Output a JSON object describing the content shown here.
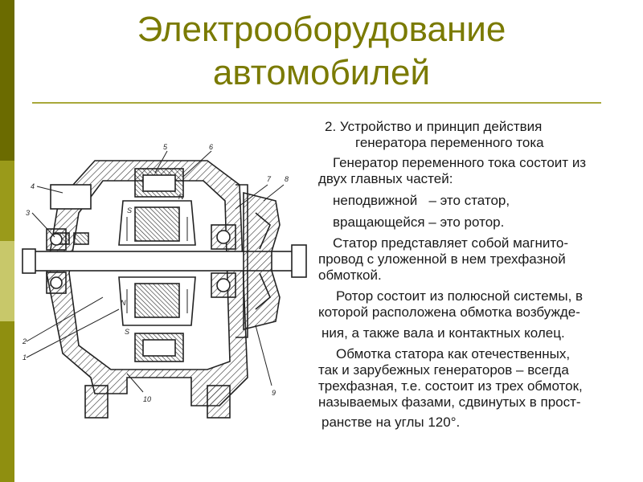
{
  "slide": {
    "title_line1": "Электрооборудование",
    "title_line2": "автомобилей",
    "sidebar_colors": [
      "#6b6b00",
      "#9a9a1a",
      "#c8c86a",
      "#8f8f10"
    ]
  },
  "content": {
    "heading_line1": "2. Устройство и принцип действия",
    "heading_line2": "генератора переменного тока",
    "paragraphs": [
      {
        "lines": [
          "Генератор переменного тока состоит из",
          "двух главных частей:"
        ]
      },
      {
        "lines": [
          "неподвижной   – это статор,"
        ]
      },
      {
        "lines": [
          "вращающейся – это ротор."
        ]
      },
      {
        "lines": [
          "Статор представляет собой магнито-",
          "провод с уложенной в нем трехфазной",
          "обмоткой."
        ]
      },
      {
        "lines": [
          "Ротор состоит из полюсной системы, в",
          "которой расположена обмотка возбужде-"
        ]
      },
      {
        "lines": [
          "ния, а также вала и контактных колец."
        ]
      },
      {
        "lines": [
          "Обмотка статора как отечественных,",
          "так и зарубежных генераторов – всегда",
          "трехфазная, т.е. состоит из трех обмоток,",
          "называемых фазами, сдвинутых в прост-"
        ]
      },
      {
        "lines": [
          "ранстве на углы 120°."
        ]
      }
    ]
  },
  "diagram": {
    "callouts": [
      "1",
      "2",
      "3",
      "4",
      "5",
      "6",
      "7",
      "8",
      "9",
      "10"
    ],
    "pole_labels": [
      "N",
      "S",
      "N",
      "S"
    ]
  }
}
